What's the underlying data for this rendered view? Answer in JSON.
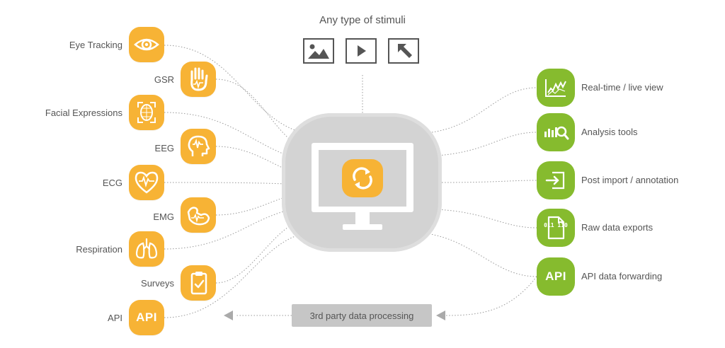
{
  "stimuli": {
    "title": "Any type of stimuli",
    "icons": [
      "image-icon",
      "play-video-icon",
      "cursor-arrow-icon"
    ]
  },
  "inputs": [
    {
      "label": "Eye Tracking",
      "icon": "eye-icon"
    },
    {
      "label": "GSR",
      "icon": "hand-gsr-icon"
    },
    {
      "label": "Facial Expressions",
      "icon": "face-grid-icon"
    },
    {
      "label": "EEG",
      "icon": "head-brain-icon"
    },
    {
      "label": "ECG",
      "icon": "heart-pulse-icon"
    },
    {
      "label": "EMG",
      "icon": "arm-muscle-icon"
    },
    {
      "label": "Respiration",
      "icon": "lungs-icon"
    },
    {
      "label": "Surveys",
      "icon": "clipboard-check-icon"
    },
    {
      "label": "API",
      "icon": "api-badge",
      "badge_text": "API"
    }
  ],
  "outputs": [
    {
      "label": "Real-time / live view",
      "icon": "live-chart-icon"
    },
    {
      "label": "Analysis tools",
      "icon": "bar-chart-magnifier-icon"
    },
    {
      "label": "Post import / annotation",
      "icon": "import-icon"
    },
    {
      "label": "Raw data exports",
      "icon": "binary-file-icon",
      "icon_text": "011 110"
    },
    {
      "label": "API data forwarding",
      "icon": "api-badge",
      "badge_text": "API"
    }
  ],
  "hub": {
    "icon": "sync-arrows-icon"
  },
  "third_party": {
    "label": "3rd party data processing"
  },
  "colors": {
    "input_accent": "#f7b335",
    "output_accent": "#86bb2e",
    "hub_gray": "#d3d3d3",
    "text": "#555555",
    "connector": "#999999"
  }
}
